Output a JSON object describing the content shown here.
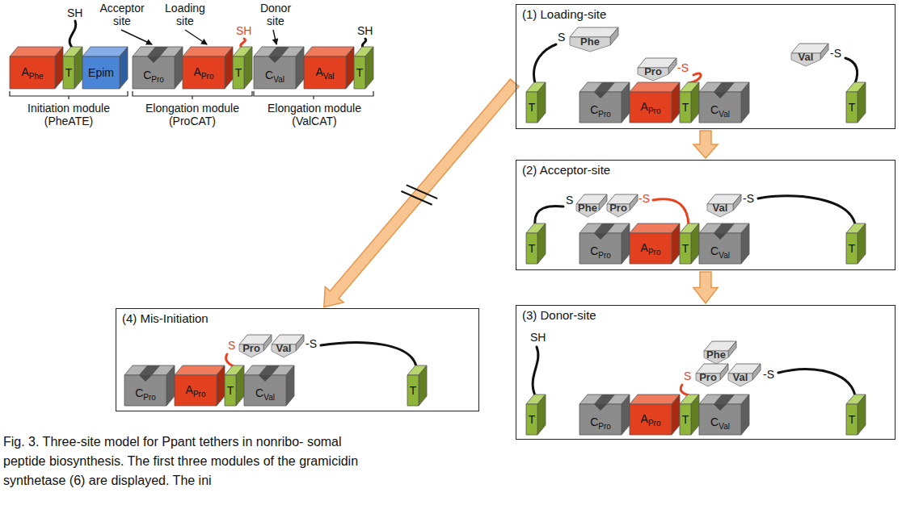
{
  "diagram": {
    "caption": "Fig. 3. Three-site model for Ppant tethers in nonribo- somal peptide biosynthesis. The first three modules of the gramicidin synthetase (6) are displayed. The ini",
    "nodes": [
      {
        "text": [
          "A",
          "Phe"
        ]
      },
      {
        "text": [
          "T"
        ]
      },
      {
        "text": [
          "Epim"
        ]
      },
      {
        "text": [
          "C",
          "Pro"
        ]
      },
      {
        "text": [
          "A",
          "Pro"
        ]
      },
      {
        "text": [
          "T"
        ]
      },
      {
        "text": [
          "C",
          "Val"
        ]
      },
      {
        "text": [
          "A",
          "Val"
        ]
      },
      {
        "text": [
          "T"
        ]
      },
      {
        "text": [
          "(1) Loading-site"
        ]
      },
      {
        "text": [
          "Phe"
        ],
        "in": 9
      },
      {
        "text": [
          "Pro"
        ],
        "in": 9
      },
      {
        "text": [
          "Val"
        ],
        "in": 9
      },
      {
        "text": [
          "T"
        ],
        "in": 9
      },
      {
        "text": [
          "C",
          "Pro"
        ],
        "in": 9
      },
      {
        "text": [
          "A",
          "Pro"
        ],
        "in": 9
      },
      {
        "text": [
          "T"
        ],
        "in": 9
      },
      {
        "text": [
          "C",
          "Val"
        ],
        "in": 9
      },
      {
        "text": [
          "T"
        ],
        "in": 9
      },
      {
        "text": [
          "(2) Acceptor-site"
        ]
      },
      {
        "text": [
          "Phe"
        ],
        "in": 19
      },
      {
        "text": [
          "Pro"
        ],
        "in": 19
      },
      {
        "text": [
          "Val"
        ],
        "in": 19
      },
      {
        "text": [
          "T"
        ],
        "in": 19
      },
      {
        "text": [
          "C",
          "Pro"
        ],
        "in": 19
      },
      {
        "text": [
          "A",
          "Pro"
        ],
        "in": 19
      },
      {
        "text": [
          "T"
        ],
        "in": 19
      },
      {
        "text": [
          "C",
          "Val"
        ],
        "in": 19
      },
      {
        "text": [
          "T"
        ],
        "in": 19
      },
      {
        "text": [
          "(3) Donor-site"
        ]
      },
      {
        "text": [
          "Phe"
        ],
        "in": 29
      },
      {
        "text": [
          "Pro"
        ],
        "in": 29
      },
      {
        "text": [
          "Val"
        ],
        "in": 29
      },
      {
        "text": [
          "T"
        ],
        "in": 29
      },
      {
        "text": [
          "C",
          "Pro"
        ],
        "in": 29
      },
      {
        "text": [
          "A",
          "Pro"
        ],
        "in": 29
      },
      {
        "text": [
          "T"
        ],
        "in": 29
      },
      {
        "text": [
          "C",
          "Val"
        ],
        "in": 29
      },
      {
        "text": [
          "T"
        ],
        "in": 29
      },
      {
        "text": [
          "(4) Mis-Initiation"
        ]
      },
      {
        "text": [
          "Pro"
        ],
        "in": 39
      },
      {
        "text": [
          "Val"
        ],
        "in": 39
      },
      {
        "text": [
          "C",
          "Pro"
        ],
        "in": 39
      },
      {
        "text": [
          "A",
          "Pro"
        ],
        "in": 39
      },
      {
        "text": [
          "T"
        ],
        "in": 39
      },
      {
        "text": [
          "C",
          "Val"
        ],
        "in": 39
      },
      {
        "text": [
          "T"
        ],
        "in": 39
      }
    ],
    "edges": [
      {
        "from": 9,
        "to": 19,
        "arrow": "to"
      },
      {
        "from": 19,
        "to": 29,
        "arrow": "to"
      },
      {
        "from": 9,
        "to": 39,
        "arrow": "to"
      }
    ],
    "labels": [
      "Acceptor site",
      "Loading site",
      "Donor site",
      "SH",
      "SH",
      "SH",
      "Initiation module (PheATE)",
      "Elongation module (ProCAT)",
      "Elongation module (ValCAT)",
      "S",
      "-S",
      "-S",
      "S",
      "-S",
      "-S",
      "SH",
      "S",
      "-S",
      "S",
      "-S"
    ]
  }
}
